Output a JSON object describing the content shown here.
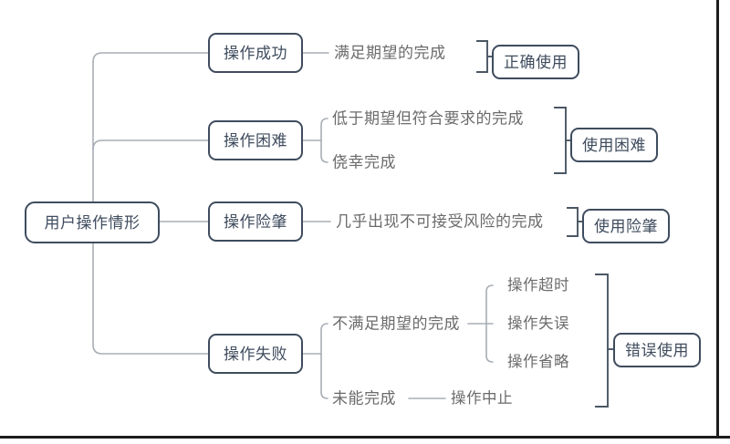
{
  "diagram": {
    "type": "mind-map",
    "title": "用户操作情形",
    "colors": {
      "node_border": "#3f4c5e",
      "node_text": "#3f4c5e",
      "leaf_text": "#6b6b6b",
      "inner_connector": "#a8adb5",
      "bracket": "#4a5663",
      "background": "#ffffff",
      "frame": "#1c1c1c"
    },
    "root": {
      "label": "用户操作情形"
    },
    "branches": [
      {
        "id": "success",
        "node": "操作成功",
        "leaves": [
          "满足期望的完成"
        ],
        "outcome": "正确使用"
      },
      {
        "id": "difficult",
        "node": "操作困难",
        "leaves": [
          "低于期望但符合要求的完成",
          "侥幸完成"
        ],
        "outcome": "使用困难"
      },
      {
        "id": "near-miss",
        "node": "操作险肇",
        "leaves": [
          "几乎出现不可接受风险的完成"
        ],
        "outcome": "使用险肇"
      },
      {
        "id": "failure",
        "node": "操作失败",
        "leaves": [
          "不满足期望的完成",
          "未能完成"
        ],
        "sub_leaves_unmet": [
          "操作超时",
          "操作失误",
          "操作省略"
        ],
        "sub_leaves_incomplete": [
          "操作中止"
        ],
        "outcome": "错误使用"
      }
    ]
  }
}
